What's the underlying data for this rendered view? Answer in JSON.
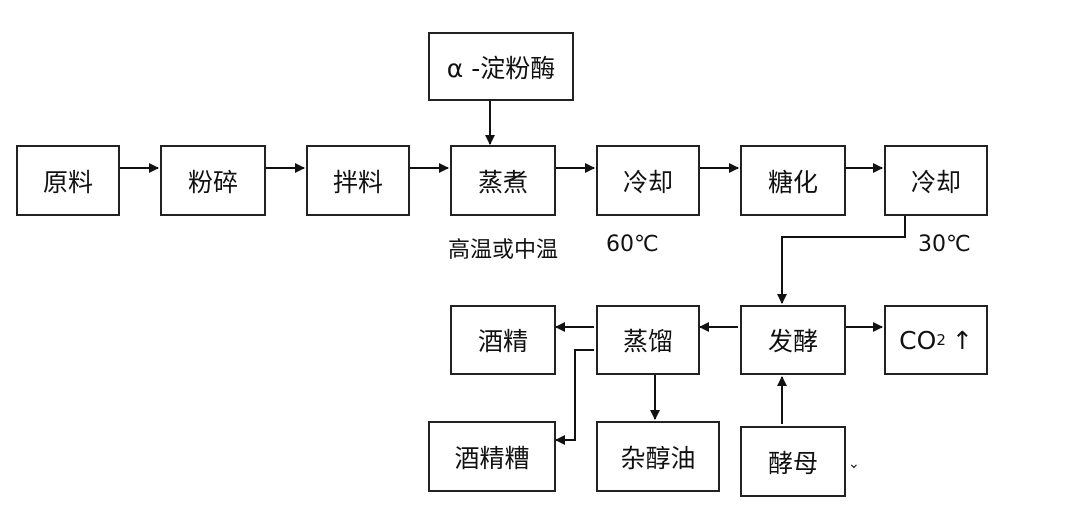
{
  "nodes": {
    "amylase": "α -淀粉酶",
    "raw": "原料",
    "crush": "粉碎",
    "mix": "拌料",
    "steam": "蒸煮",
    "cool1": "冷却",
    "saccharify": "糖化",
    "cool2": "冷却",
    "alcohol": "酒精",
    "distill": "蒸馏",
    "ferment": "发酵",
    "co2_prefix": "CO",
    "co2_sub": "2",
    "co2_arrow": "↑",
    "vinasse": "酒精糟",
    "fusel": "杂醇油",
    "yeast": "酵母"
  },
  "notes": {
    "steam_temp": "高温或中温",
    "cool1_temp": "60℃",
    "cool2_temp": "30℃"
  }
}
